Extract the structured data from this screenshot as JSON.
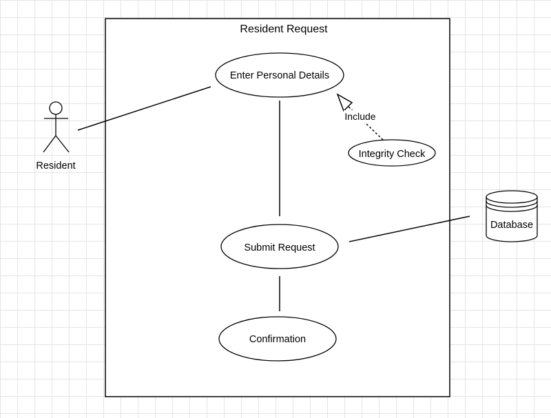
{
  "diagram": {
    "type": "uml-use-case",
    "system_boundary": {
      "title": "Resident Request"
    },
    "actors": {
      "resident": {
        "label": "Resident"
      }
    },
    "datastores": {
      "database": {
        "label": "Database"
      }
    },
    "use_cases": {
      "enter_personal_details": {
        "label": "Enter Personal Details"
      },
      "integrity_check": {
        "label": "Integrity Check"
      },
      "submit_request": {
        "label": "Submit Request"
      },
      "confirmation": {
        "label": "Confirmation"
      }
    },
    "relationships": {
      "include": {
        "label": "Include",
        "from": "Integrity Check",
        "to": "Enter Personal Details"
      },
      "associations": [
        {
          "from": "Resident",
          "to": "Enter Personal Details"
        },
        {
          "from": "Enter Personal Details",
          "to": "Submit Request"
        },
        {
          "from": "Submit Request",
          "to": "Database"
        },
        {
          "from": "Submit Request",
          "to": "Confirmation"
        }
      ]
    },
    "colors": {
      "stroke": "#000000",
      "fill": "#ffffff",
      "grid": "#e4e4e4"
    }
  }
}
